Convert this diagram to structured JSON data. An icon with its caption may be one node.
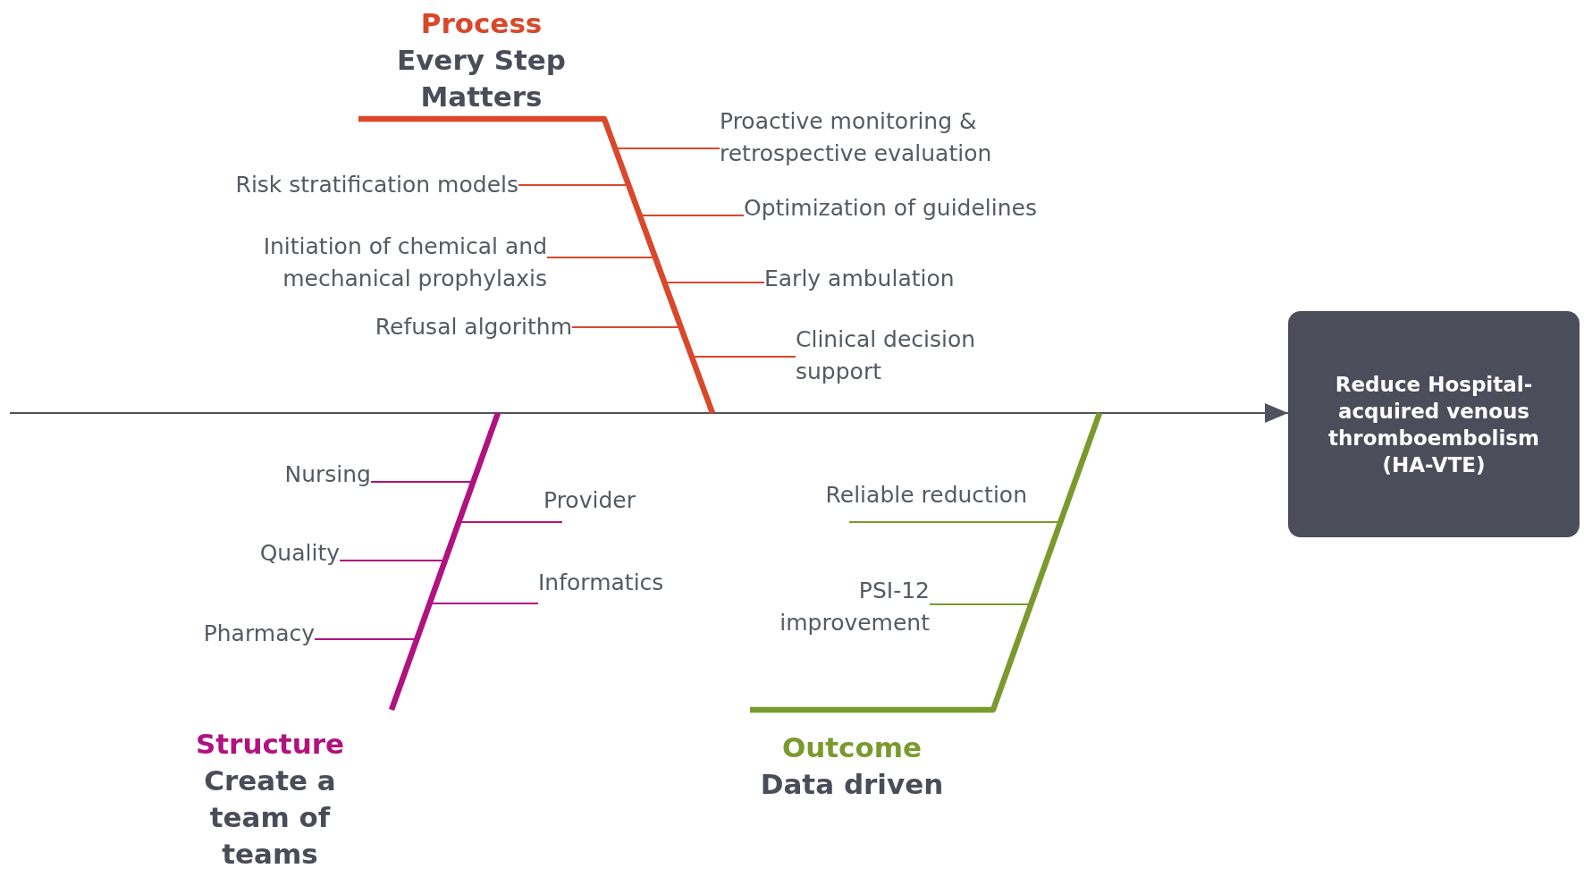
{
  "diagram": {
    "nodes": [
      {
        "text": [
          "Reduce Hospital-acquired venous thromboembolism (HA-VTE)"
        ]
      },
      {
        "text": [
          "Process",
          "Every Step Matters"
        ]
      },
      {
        "text": [
          "Risk stratification models"
        ]
      },
      {
        "text": [
          "Initiation of chemical and mechanical prophylaxis"
        ]
      },
      {
        "text": [
          "Refusal algorithm"
        ]
      },
      {
        "text": [
          "Proactive monitoring & retrospective evaluation"
        ]
      },
      {
        "text": [
          "Optimization of guidelines"
        ]
      },
      {
        "text": [
          "Early ambulation"
        ]
      },
      {
        "text": [
          "Clinical decision support"
        ]
      },
      {
        "text": [
          "Structure",
          "Create a team of teams"
        ]
      },
      {
        "text": [
          "Nursing"
        ]
      },
      {
        "text": [
          "Provider"
        ]
      },
      {
        "text": [
          "Quality"
        ]
      },
      {
        "text": [
          "Informatics"
        ]
      },
      {
        "text": [
          "Pharmacy"
        ]
      },
      {
        "text": [
          "Outcome",
          "Data driven"
        ]
      },
      {
        "text": [
          "Reliable reduction"
        ]
      },
      {
        "text": [
          "PSI-12 improvement"
        ]
      }
    ],
    "edges": [
      {
        "from": null,
        "to": 0,
        "arrow": "to",
        "color": "#50535f"
      },
      {
        "from": 1,
        "to": null,
        "arrow": "none",
        "style": "thick",
        "color": "#d9482b"
      },
      {
        "from": 2,
        "to": null,
        "arrow": "none",
        "color": "#d9482b"
      },
      {
        "from": 3,
        "to": null,
        "arrow": "none",
        "color": "#d9482b"
      },
      {
        "from": 4,
        "to": null,
        "arrow": "none",
        "color": "#d9482b"
      },
      {
        "from": 5,
        "to": null,
        "arrow": "none",
        "color": "#d9482b"
      },
      {
        "from": 6,
        "to": null,
        "arrow": "none",
        "color": "#d9482b"
      },
      {
        "from": 7,
        "to": null,
        "arrow": "none",
        "color": "#d9482b"
      },
      {
        "from": 8,
        "to": null,
        "arrow": "none",
        "color": "#d9482b"
      },
      {
        "from": 9,
        "to": null,
        "arrow": "none",
        "style": "thick",
        "color": "#b0127f"
      },
      {
        "from": 10,
        "to": null,
        "arrow": "none",
        "color": "#b0127f"
      },
      {
        "from": 11,
        "to": null,
        "arrow": "none",
        "color": "#b0127f"
      },
      {
        "from": 12,
        "to": null,
        "arrow": "none",
        "color": "#b0127f"
      },
      {
        "from": 13,
        "to": null,
        "arrow": "none",
        "color": "#b0127f"
      },
      {
        "from": 14,
        "to": null,
        "arrow": "none",
        "color": "#b0127f"
      },
      {
        "from": 15,
        "to": null,
        "arrow": "none",
        "style": "thick",
        "color": "#7a9a2e"
      },
      {
        "from": 16,
        "to": null,
        "arrow": "none",
        "color": "#7a9a2e"
      },
      {
        "from": 17,
        "to": null,
        "arrow": "none",
        "color": "#7a9a2e"
      }
    ]
  }
}
